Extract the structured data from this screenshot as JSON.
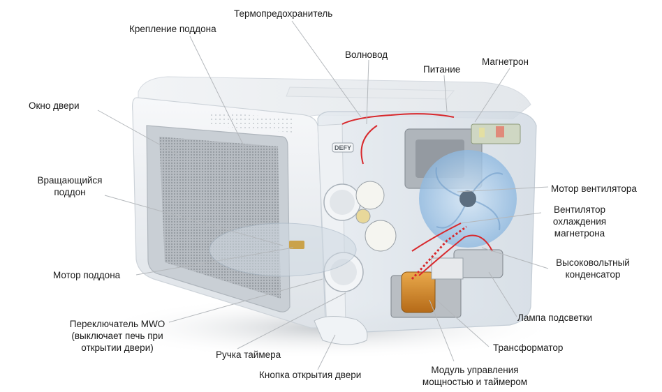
{
  "diagram": {
    "labels": {
      "thermal_fuse": "Термопредохранитель",
      "tray_mount": "Крепление поддона",
      "waveguide": "Волновод",
      "power": "Питание",
      "magnetron": "Магнетрон",
      "door_window": "Окно двери",
      "turntable": [
        "Вращающийся",
        "поддон"
      ],
      "fan_motor": "Мотор вентилятора",
      "magnetron_fan": [
        "Вентилятор",
        "охлаждения",
        "магнетрона"
      ],
      "hv_capacitor": [
        "Высоковольтный",
        "конденсатор"
      ],
      "tray_motor": "Мотор поддона",
      "lamp": "Лампа подсветки",
      "door_switch": [
        "Переключатель MWO",
        "(выключает печь при",
        "открытии двери)"
      ],
      "transformer": "Трансформатор",
      "timer_knob": "Ручка таймера",
      "door_button": "Кнопка открытия двери",
      "control_module": [
        "Модуль управления",
        "мощностью и таймером"
      ]
    },
    "brand": "DEFY",
    "colors": {
      "body": "#eef1f4",
      "glass_blue": "#a9cbe8",
      "wire_red": "#d8282c",
      "transformer_orange": "#d88a2a",
      "leader_line": "#b4b8bc",
      "text": "#1a1a1a"
    }
  }
}
